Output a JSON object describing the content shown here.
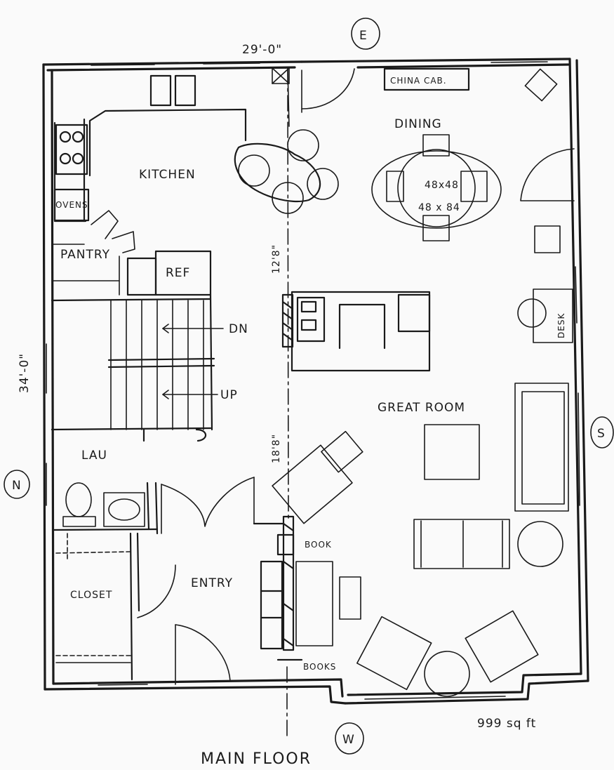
{
  "plan": {
    "overall_width": "29'-0\"",
    "overall_depth": "34'-0\"",
    "title": "MAIN FLOOR",
    "area": "999 sq ft"
  },
  "compass": {
    "east": "E",
    "west": "W",
    "north": "N",
    "south": "S"
  },
  "rooms": {
    "kitchen": "KITCHEN",
    "pantry": "PANTRY",
    "ovens": "OVENS",
    "ref": "REF",
    "dining": "DINING",
    "great_room": "GREAT ROOM",
    "lav": "LAU",
    "closet": "CLOSET",
    "entry": "ENTRY"
  },
  "fixtures": {
    "china_cabinet": "CHINA CAB.",
    "desk": "DESK",
    "stairs_down": "DN",
    "stairs_up": "UP",
    "book": "BOOK",
    "books": "BOOKS"
  },
  "dimensions": {
    "table_round": "48x48",
    "table_oval": "48 x 84",
    "dim_upper": "12'8\"",
    "dim_lower": "18'8\""
  }
}
